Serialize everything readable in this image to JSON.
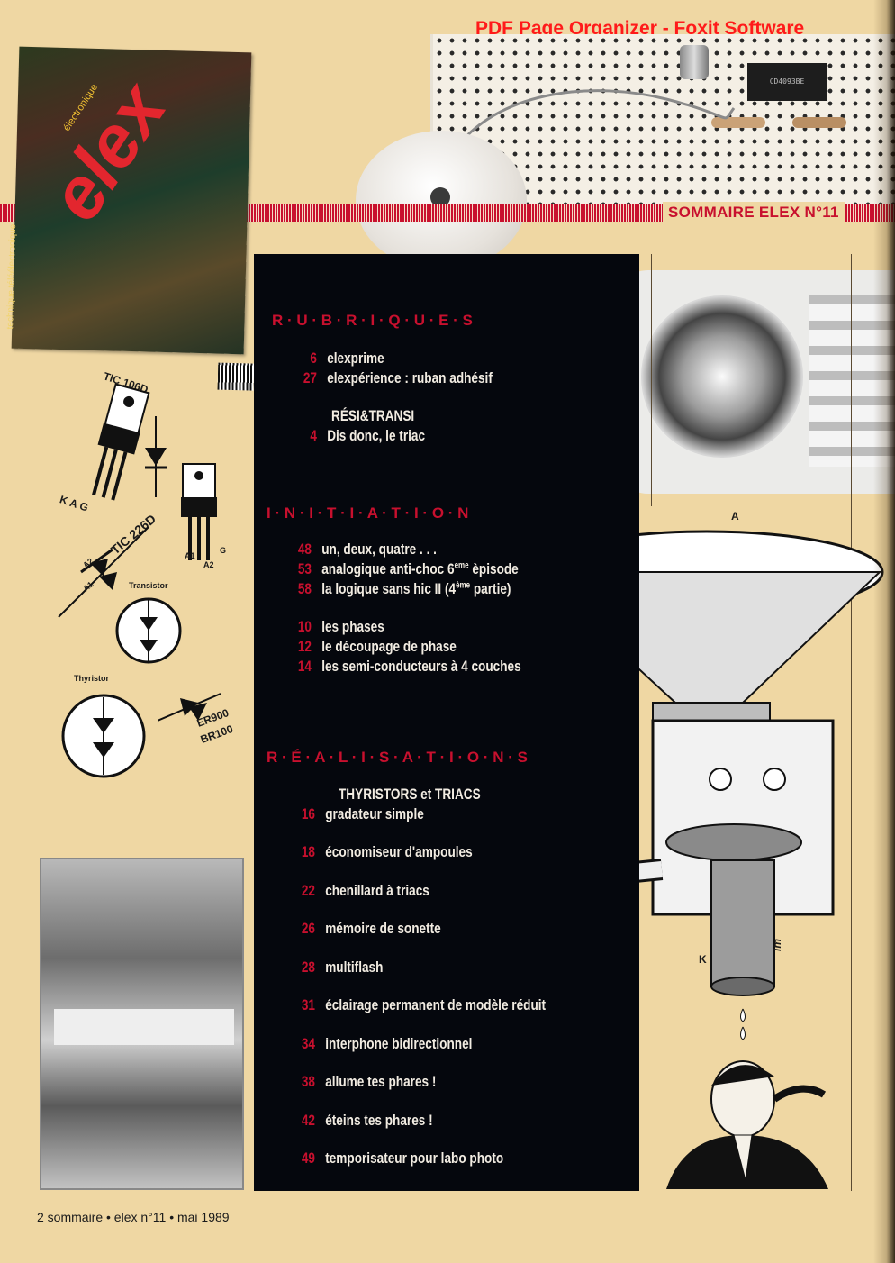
{
  "watermark": "PDF Page Organizer - Foxit Software",
  "header": {
    "title": "SOMMAIRE ELEX N°11"
  },
  "cover": {
    "logo": "elex",
    "subtitle": "électronique",
    "side": "technique  téléélectronique"
  },
  "drawings": {
    "tic106d": "TIC 106D",
    "kag": "K A G",
    "tic226d": "TIC 226D",
    "a2": "A2",
    "a1": "A1",
    "a1b": "A1",
    "a2b": "A2",
    "g": "G",
    "transistor": "Transistor",
    "thyristor": "Thyristor",
    "er900": "ER900",
    "br100": "BR100"
  },
  "sections": {
    "rubriques": {
      "label": "R · U · B · R · I · Q · U · E · S",
      "items": [
        {
          "num": "6",
          "title": "elexprime"
        },
        {
          "num": "27",
          "title": "elexpérience : ruban adhésif"
        }
      ],
      "subheading": "RÉSI&TRANSI",
      "subitems": [
        {
          "num": "4",
          "title": "Dis donc, le triac"
        }
      ]
    },
    "initiation": {
      "label": "I · N · I · T · I · A · T · I · O · N",
      "items": [
        {
          "num": "48",
          "title": "un, deux, quatre . . ."
        },
        {
          "num": "53",
          "title": "analogique anti-choc 6",
          "sup": "eme",
          "tail": " èpisode"
        },
        {
          "num": "58",
          "title": "la logique sans hic II (4",
          "sup": "ème",
          "tail": " partie)"
        },
        {
          "num": "10",
          "title": "les phases"
        },
        {
          "num": "12",
          "title": "le découpage de phase"
        },
        {
          "num": "14",
          "title": "les semi-conducteurs à 4 couches"
        }
      ]
    },
    "realisations": {
      "label": "R · É · A · L · I · S · A · T · I · O · N · S",
      "subheading": "THYRISTORS et TRIACS",
      "items": [
        {
          "num": "16",
          "title": "gradateur simple"
        },
        {
          "num": "18",
          "title": "économiseur d'ampoules"
        },
        {
          "num": "22",
          "title": "chenillard à triacs"
        },
        {
          "num": "26",
          "title": "mémoire de sonette"
        },
        {
          "num": "28",
          "title": "multiflash"
        },
        {
          "num": "31",
          "title": "éclairage permanent de modèle réduit"
        },
        {
          "num": "34",
          "title": "interphone bidirectionnel"
        },
        {
          "num": "38",
          "title": "allume tes phares !"
        },
        {
          "num": "42",
          "title": "éteins tes phares !"
        },
        {
          "num": "49",
          "title": "temporisateur pour labo photo"
        }
      ]
    }
  },
  "illustration": {
    "a": "A",
    "k": "K",
    "sig": "lm"
  },
  "chip_text": "CD4093BE",
  "footer": "2 sommaire  •  elex n°11  •  mai 1989",
  "colors": {
    "accent": "#c8102e",
    "panel": "#05070d",
    "page": "#efd7a3"
  }
}
